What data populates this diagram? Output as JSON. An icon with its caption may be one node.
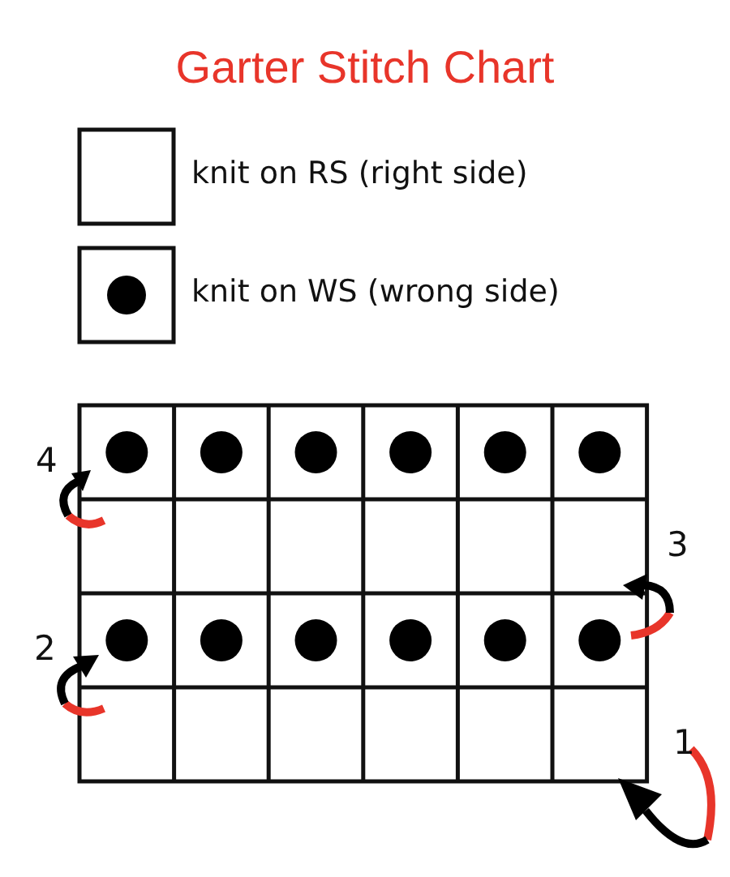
{
  "diagram": {
    "title": "Garter Stitch Chart",
    "labels": [
      "4",
      "3",
      "2",
      "1"
    ],
    "legend": [
      {
        "text": "knit on RS (right side)"
      },
      {
        "text": "knit on WS (wrong side)"
      }
    ]
  }
}
